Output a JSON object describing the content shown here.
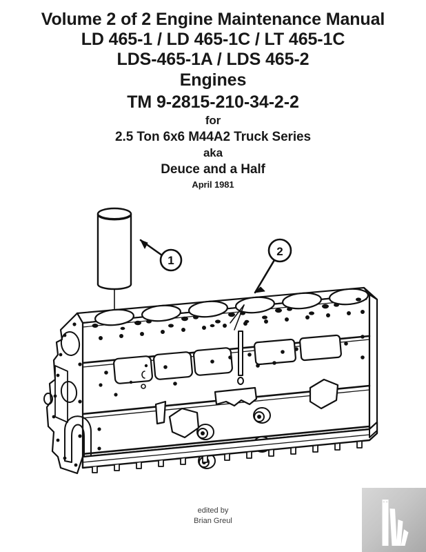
{
  "cover": {
    "background_color": "#ffffff",
    "text_color": "#181818"
  },
  "title": {
    "line1": "Volume 2 of 2 Engine Maintenance Manual",
    "line2": "LD 465-1 / LD 465-1C / LT 465-1C",
    "line3": "LDS-465-1A / LDS 465-2",
    "line4": "Engines",
    "line5": "TM 9-2815-210-34-2-2",
    "for_label": "for",
    "application": "2.5 Ton 6x6 M44A2 Truck Series",
    "aka_label": "aka",
    "nickname": "Deuce and a Half",
    "date": "April 1981"
  },
  "diagram": {
    "name": "engine-cylinder-block-exploded-view",
    "callouts": [
      {
        "number": "1",
        "part": "cylinder-liner"
      },
      {
        "number": "2",
        "part": "cylinder-block"
      }
    ],
    "cylinder_count": 6,
    "line_color": "#111111"
  },
  "credits": {
    "edited_by_label": "edited by",
    "editor_name": "Brian Greul"
  },
  "logo": {
    "name": "publisher-books-logo",
    "background_start": "#d7d7d7",
    "background_end": "#a8a8a8",
    "mark_color": "#ffffff"
  }
}
